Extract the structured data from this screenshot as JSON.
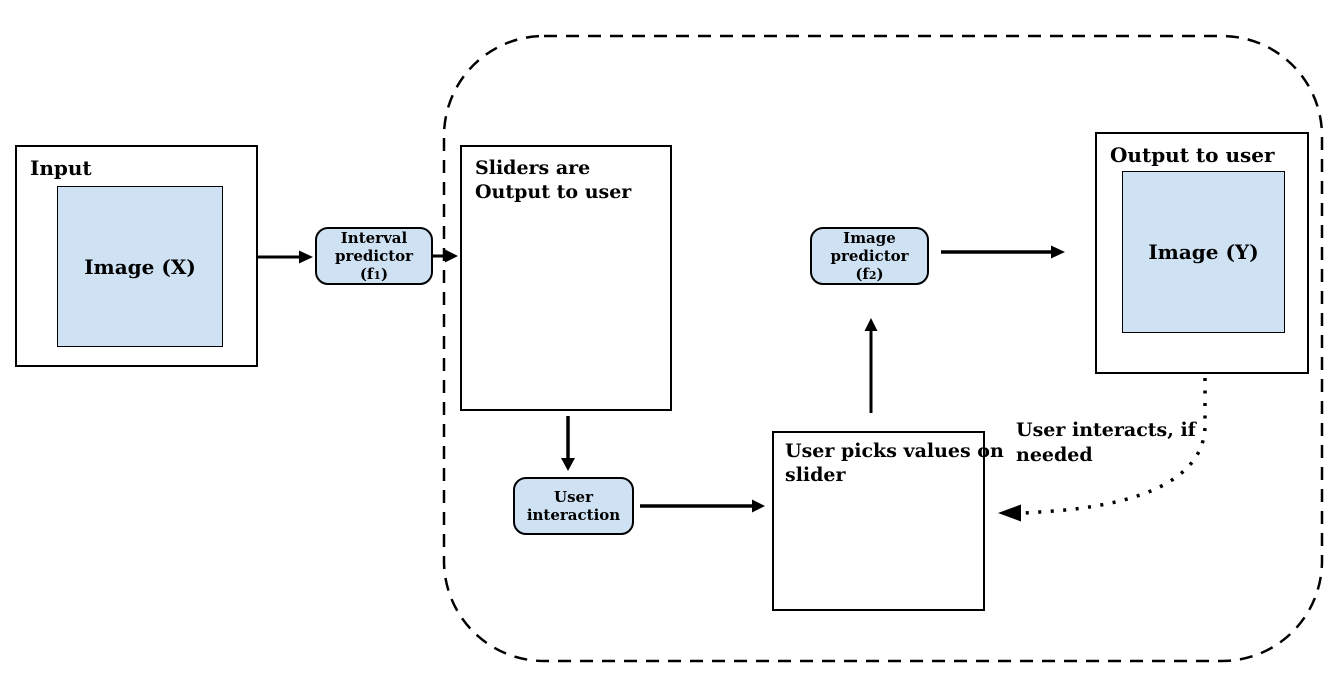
{
  "input_box": {
    "title": "Input",
    "image_label": "Image (X)"
  },
  "interval_predictor": {
    "line1": "Interval",
    "line2": "predictor",
    "fn_open": "(f",
    "fn_sub": "1",
    "fn_close": ")"
  },
  "sliders_output_box": {
    "title_line1": "Sliders are",
    "title_line2": "Output to user"
  },
  "user_interaction": {
    "line1": "User",
    "line2": "interaction"
  },
  "user_picks_box": {
    "title_line1": "User picks values on",
    "title_line2": "slider"
  },
  "image_predictor": {
    "line1": "Image",
    "line2": "predictor",
    "fn_open": "(f",
    "fn_sub": "2",
    "fn_close": ")"
  },
  "output_box": {
    "title": "Output to user",
    "image_label": "Image (Y)"
  },
  "annotation": {
    "line1": "User interacts, if",
    "line2": "needed"
  },
  "colors": {
    "node_fill": "#cfe2f3",
    "stroke": "#000000",
    "slider_line": "#3d3d3d",
    "red_handle": "#dd1111",
    "yellow_handle": "#ffff33"
  }
}
